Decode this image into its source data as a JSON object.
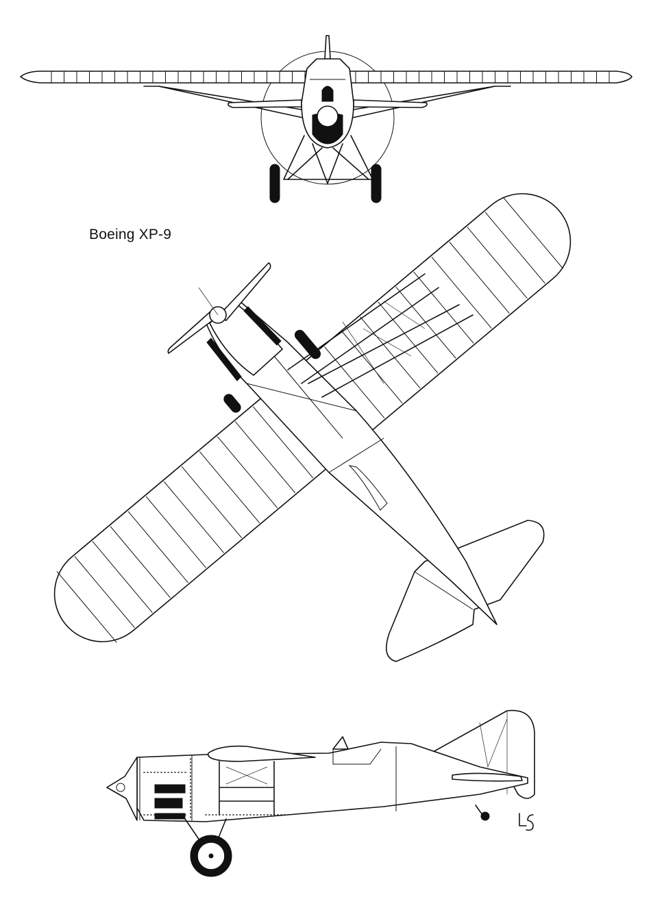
{
  "title": "Boeing XP-9",
  "views": {
    "front": "front-view",
    "top": "top-view",
    "side": "side-view"
  },
  "signature": "LS"
}
